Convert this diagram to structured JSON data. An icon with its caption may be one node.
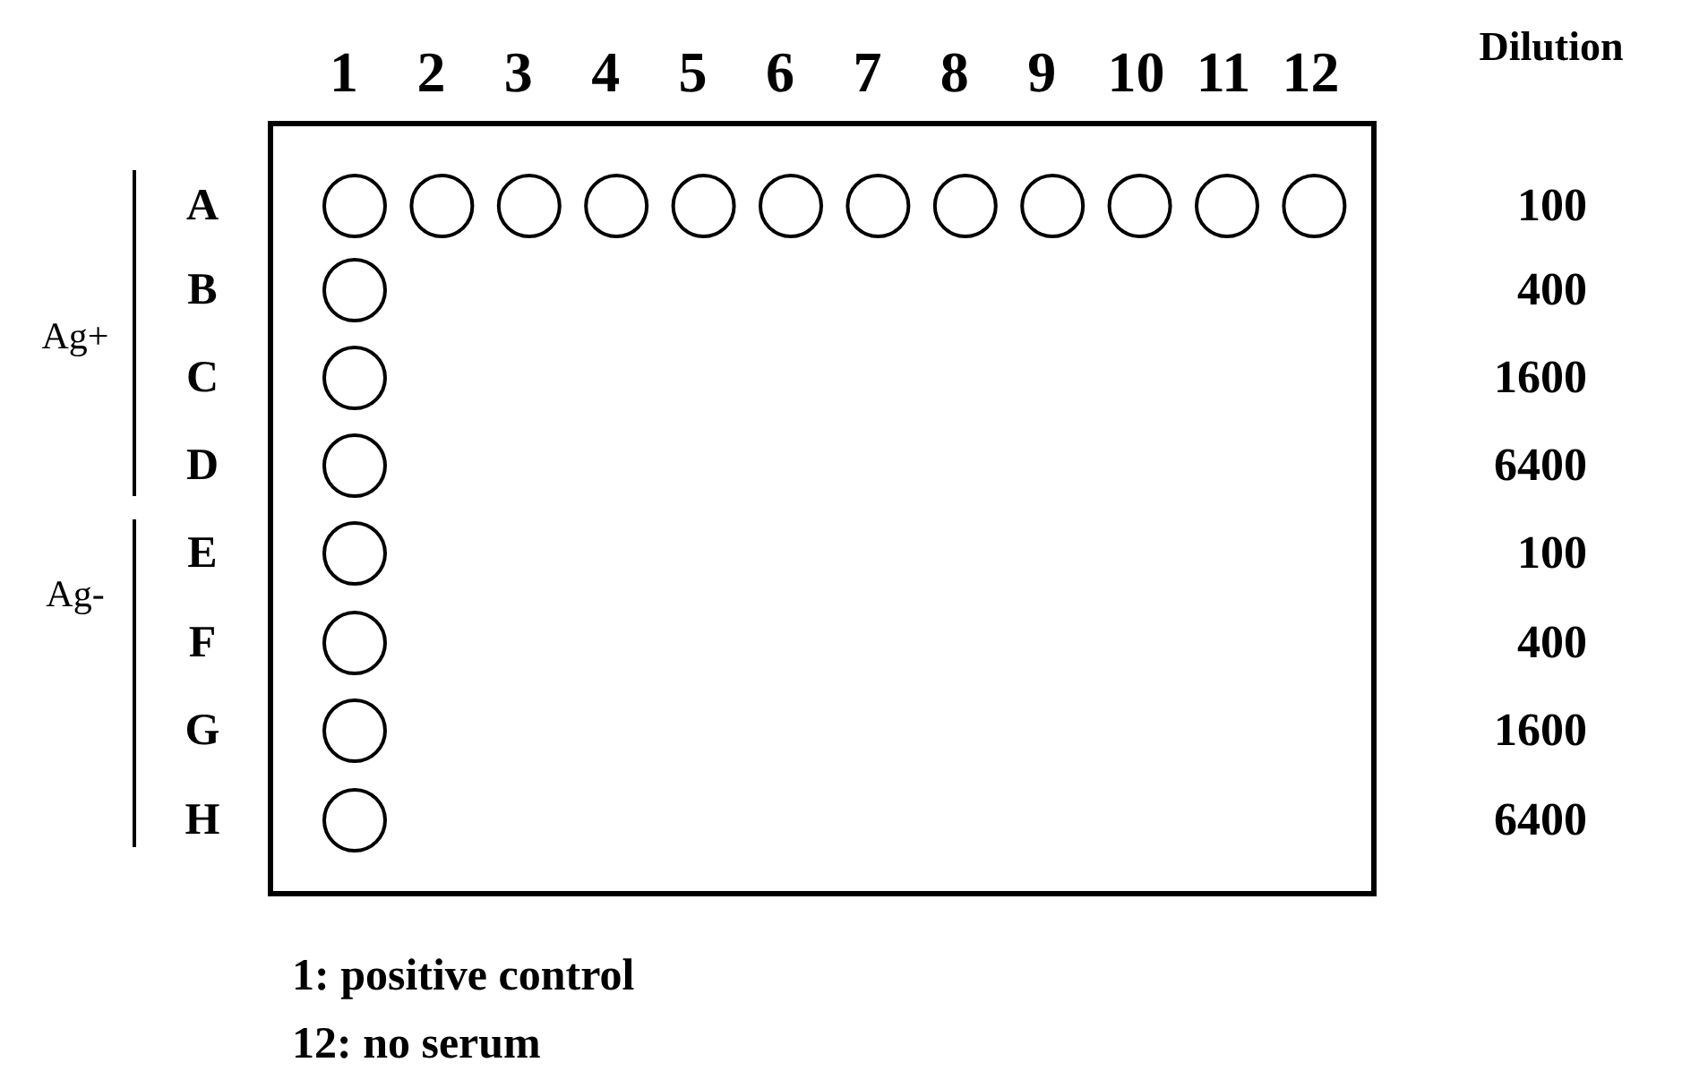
{
  "diagram": {
    "labels": [
      "1",
      "2",
      "3",
      "4",
      "5",
      "6",
      "7",
      "8",
      "9",
      "10",
      "11",
      "12",
      "Dilution",
      "A",
      "100",
      "B",
      "400",
      "Ag+",
      "C",
      "1600",
      "D",
      "6400",
      "E",
      "100",
      "Ag-",
      "F",
      "400",
      "G",
      "1600",
      "H",
      "6400",
      "1: positive control",
      "12: no serum"
    ]
  }
}
